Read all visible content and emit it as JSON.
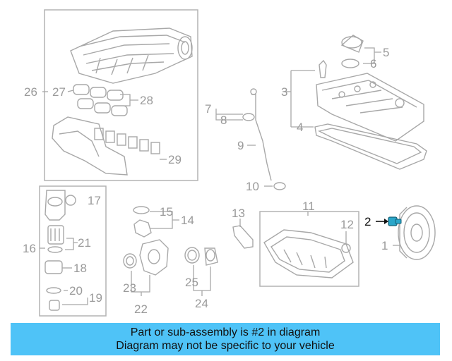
{
  "labels": [
    "1",
    "2",
    "3",
    "4",
    "5",
    "6",
    "7",
    "8",
    "9",
    "10",
    "11",
    "12",
    "13",
    "14",
    "15",
    "16",
    "17",
    "18",
    "19",
    "20",
    "21",
    "22",
    "23",
    "24",
    "25",
    "26",
    "27",
    "28",
    "29"
  ],
  "highlight_label": "2",
  "highlight_color": "#2aa6c9",
  "caption": {
    "line1": "Part or sub-assembly is #2 in diagram",
    "line2": "Diagram may not be specific to your vehicle",
    "background": "#4fc3f7"
  }
}
